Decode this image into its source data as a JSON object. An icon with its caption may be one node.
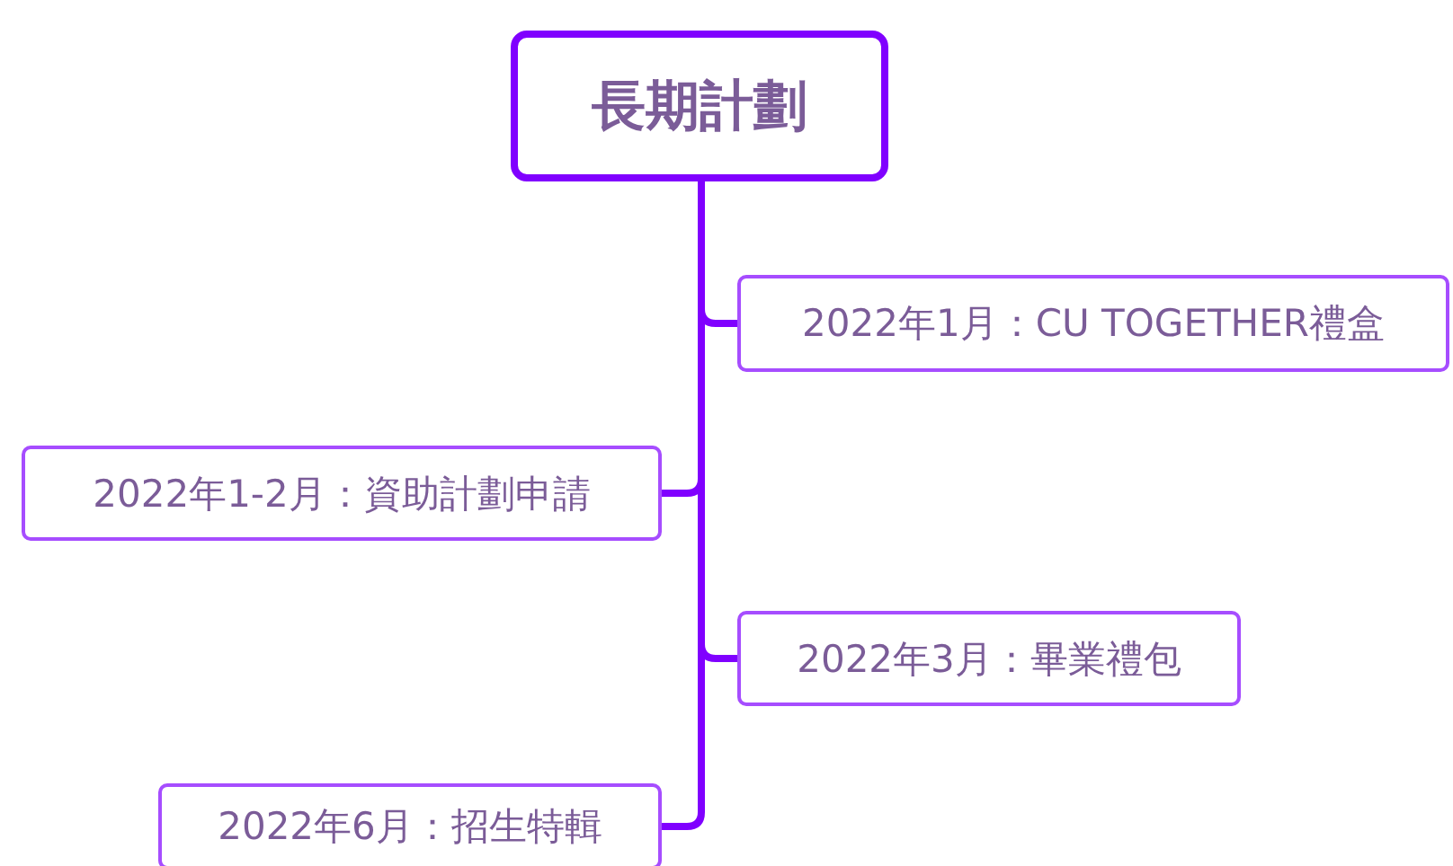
{
  "diagram": {
    "nodes": [
      {
        "text": [
          "長期計劃"
        ]
      },
      {
        "text": [
          "2022年1月：CU TOGETHER禮盒"
        ]
      },
      {
        "text": [
          "2022年1-2月：資助計劃申請"
        ]
      },
      {
        "text": [
          "2022年3月：畢業禮包"
        ]
      },
      {
        "text": [
          "2022年6月：招生特輯"
        ]
      }
    ],
    "edges": [
      {
        "from": 0,
        "to": 1,
        "arrow": "none"
      },
      {
        "from": 0,
        "to": 2,
        "arrow": "none"
      },
      {
        "from": 0,
        "to": 3,
        "arrow": "none"
      },
      {
        "from": 0,
        "to": 4,
        "arrow": "none"
      }
    ]
  }
}
